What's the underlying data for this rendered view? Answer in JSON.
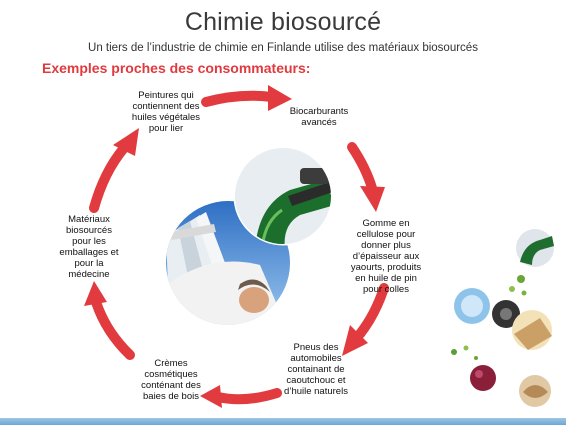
{
  "header": {
    "title": "Chimie biosourcé",
    "subtitle": "Un tiers de l’industrie de chimie en Finlande utilise des matériaux biosourcés",
    "section_heading": "Exemples proches des consommateurs:"
  },
  "cycle": {
    "items": [
      {
        "label": "Peintures qui contiennent des huiles végétales pour lier"
      },
      {
        "label": "Biocarburants avancés"
      },
      {
        "label": "Gomme en cellulose pour donner plus d’épaisseur aux yaourts, produits en huile de pin pour colles"
      },
      {
        "label": "Pneus des automobiles containant de caoutchouc et d’huile naturels"
      },
      {
        "label": "Crèmes cosmétiques conténant des baies de bois"
      },
      {
        "label": "Matériaux biosourcés pour les emballages et pour la médecine"
      }
    ]
  },
  "colors": {
    "accent_red": "#e03a3e",
    "arrow_red": "#e23b3f",
    "title_gray": "#3a3a3a",
    "sky_blue": "#3f86d2",
    "bottom_bar_blue": "#7fb4dd"
  }
}
